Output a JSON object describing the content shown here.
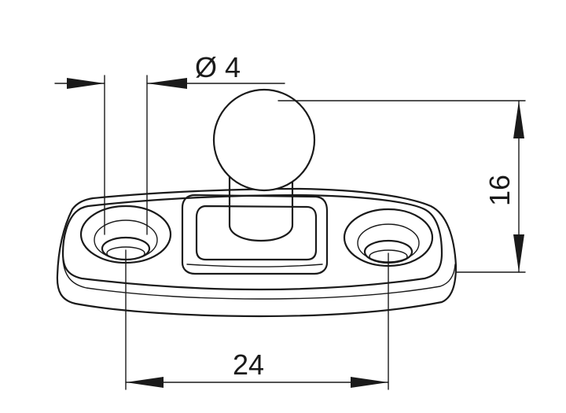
{
  "dimensions": {
    "diameter": "Ø 4",
    "height": "16",
    "spacing": "24"
  },
  "colors": {
    "line": "#1a1a1a",
    "background": "#ffffff"
  }
}
